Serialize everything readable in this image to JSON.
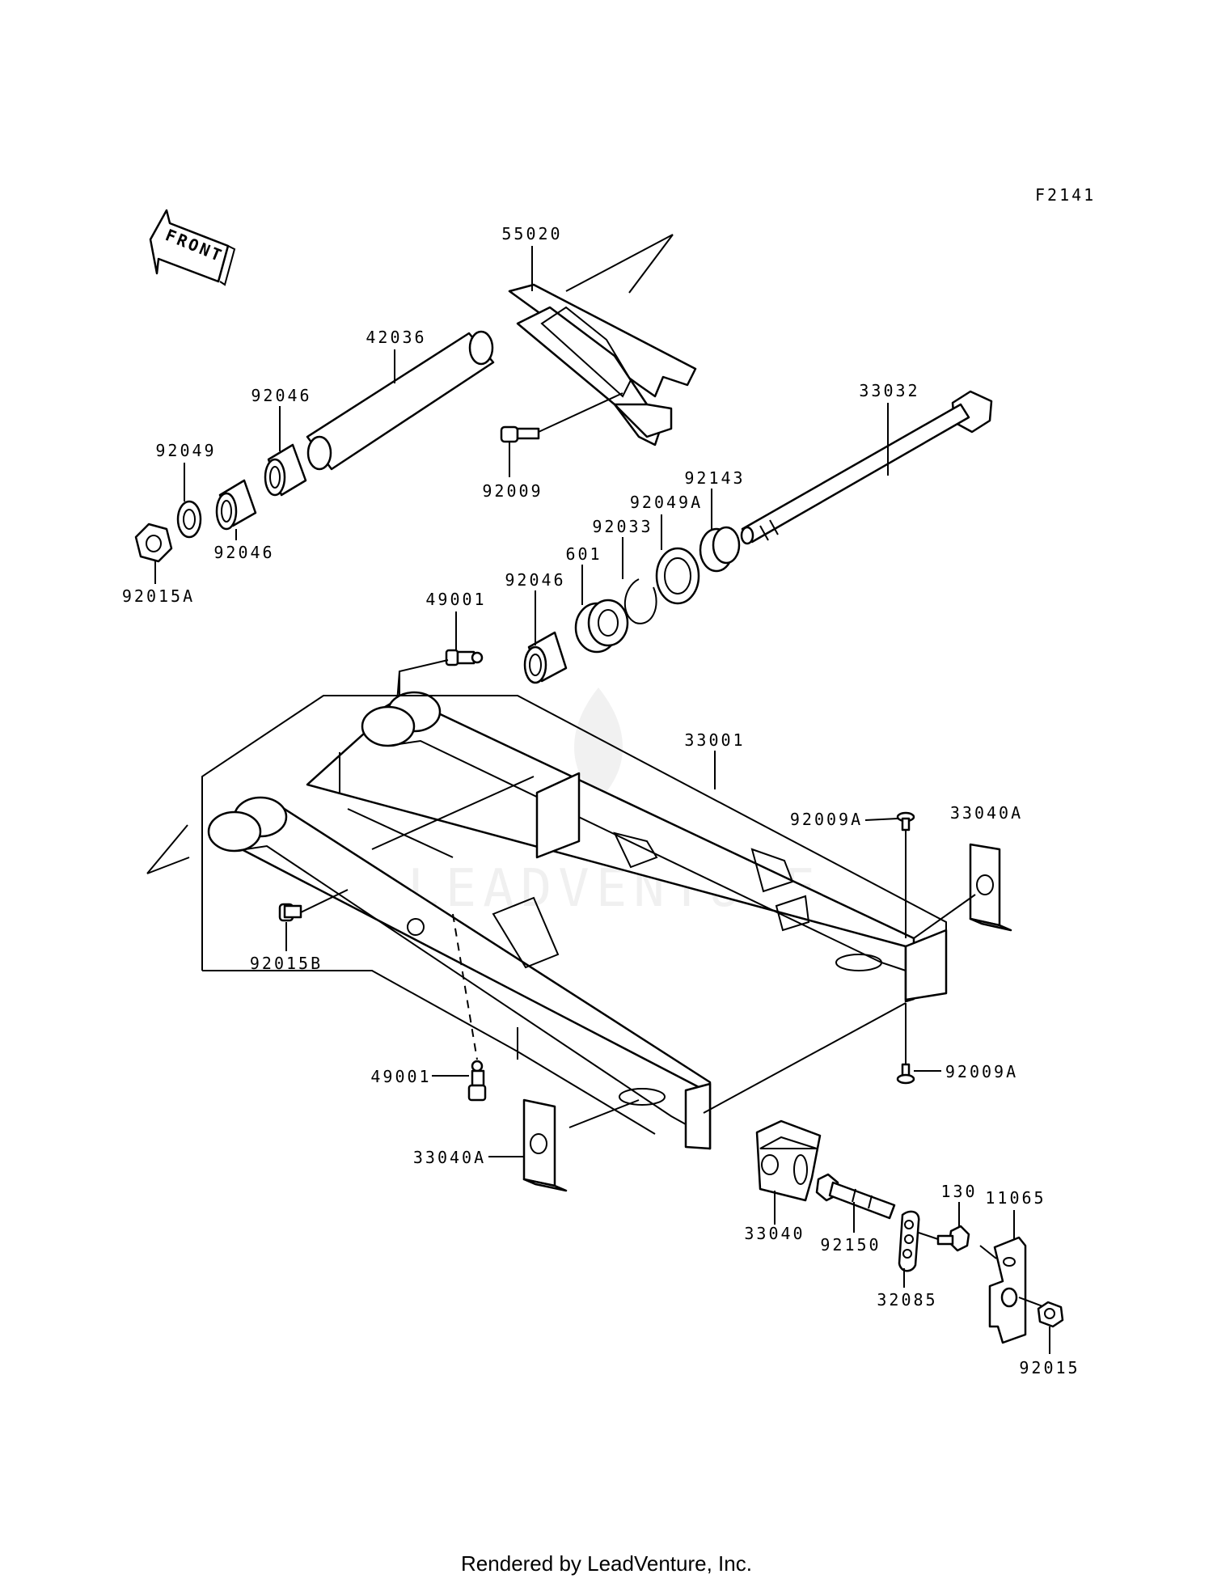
{
  "diagram": {
    "code": "F2141",
    "front_label": "FRONT",
    "watermark": "LEADVENTURE",
    "parts": [
      {
        "label": "55020"
      },
      {
        "label": "42036"
      },
      {
        "label": "92046"
      },
      {
        "label": "92049"
      },
      {
        "label": "92046"
      },
      {
        "label": "92015A"
      },
      {
        "label": "92009"
      },
      {
        "label": "33032"
      },
      {
        "label": "92143"
      },
      {
        "label": "92049A"
      },
      {
        "label": "92033"
      },
      {
        "label": "601"
      },
      {
        "label": "92046"
      },
      {
        "label": "49001"
      },
      {
        "label": "33001"
      },
      {
        "label": "92009A"
      },
      {
        "label": "33040A"
      },
      {
        "label": "92015B"
      },
      {
        "label": "49001"
      },
      {
        "label": "92009A"
      },
      {
        "label": "33040A"
      },
      {
        "label": "33040"
      },
      {
        "label": "92150"
      },
      {
        "label": "130"
      },
      {
        "label": "11065"
      },
      {
        "label": "32085"
      },
      {
        "label": "92015"
      }
    ]
  },
  "footer": {
    "text": "Rendered by LeadVenture, Inc."
  }
}
